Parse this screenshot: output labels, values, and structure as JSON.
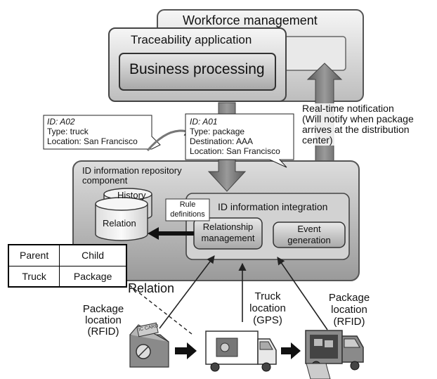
{
  "title_top": "Workforce management",
  "traceability": {
    "title": "Traceability application",
    "inner": "Business processing"
  },
  "notes": {
    "a02": {
      "id": "ID: A02",
      "type": "Type: truck",
      "location": "Location: San Francisco"
    },
    "a01": {
      "id": "ID: A01",
      "type": "Type: package",
      "destination": "Destination: AAA",
      "location": "Location: San Francisco"
    }
  },
  "realtime": [
    "Real-time notification",
    "(Will notify when package",
    "arrives at the distribution",
    "center)"
  ],
  "repo": {
    "title_line1": "ID information repository",
    "title_line2": "component",
    "history": "History",
    "relation": "Relation",
    "rule_line1": "Rule",
    "rule_line2": "definitions",
    "integration": "ID information integration",
    "rel_mgmt_line1": "Relationship",
    "rel_mgmt_line2": "management",
    "event_line1": "Event",
    "event_line2": "generation"
  },
  "relation_table": {
    "header": [
      "Parent",
      "Child"
    ],
    "row": [
      "Truck",
      "Package"
    ]
  },
  "relation_label": "Relation",
  "pkg_left": [
    "Package",
    "location",
    "(RFID)"
  ],
  "truck_loc": [
    "Truck",
    "location",
    "(GPS)"
  ],
  "pkg_right": [
    "Package",
    "location",
    "(RFID)"
  ],
  "box_label": "IC CARD"
}
